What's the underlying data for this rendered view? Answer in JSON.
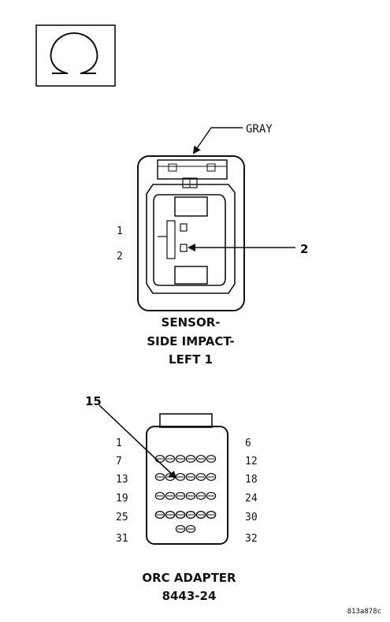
{
  "symbol": {
    "icon": "ohm-resistance-icon"
  },
  "sensor_connector": {
    "wire_color": "GRAY",
    "pin_labels": [
      "1",
      "2"
    ],
    "callout": "2",
    "title_lines": [
      "SENSOR-",
      "SIDE IMPACT-",
      "LEFT 1"
    ]
  },
  "orc_adapter": {
    "callout": "15",
    "row_start_labels": [
      "1",
      "7",
      "13",
      "19",
      "25",
      "31"
    ],
    "row_end_labels": [
      "6",
      "12",
      "18",
      "24",
      "30",
      "32"
    ],
    "title_lines": [
      "ORC ADAPTER",
      "8443-24"
    ]
  },
  "figure_id": "813a878c"
}
